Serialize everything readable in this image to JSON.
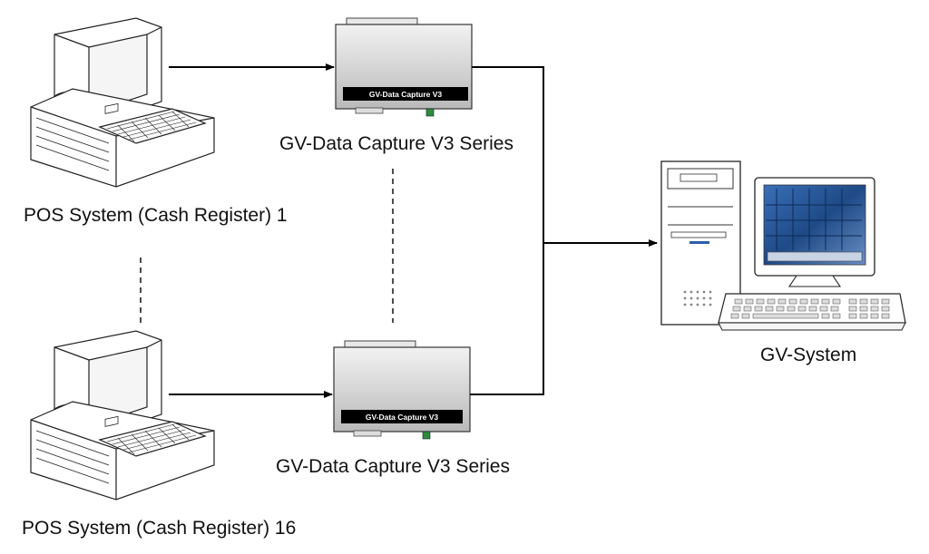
{
  "labels": {
    "pos_1": "POS System (Cash Register) 1",
    "pos_16": "POS System (Cash Register) 16",
    "capture_top": "GV-Data Capture V3 Series",
    "capture_bottom": "GV-Data Capture V3 Series",
    "gv_system": "GV-System"
  },
  "device_label": "GV-Data Capture V3",
  "colors": {
    "line": "#000000",
    "device_body": "#cfcfcf",
    "device_label_bg": "#000000",
    "connector_green": "#2e8b3a",
    "screen_blue": "#2c5fa8"
  }
}
